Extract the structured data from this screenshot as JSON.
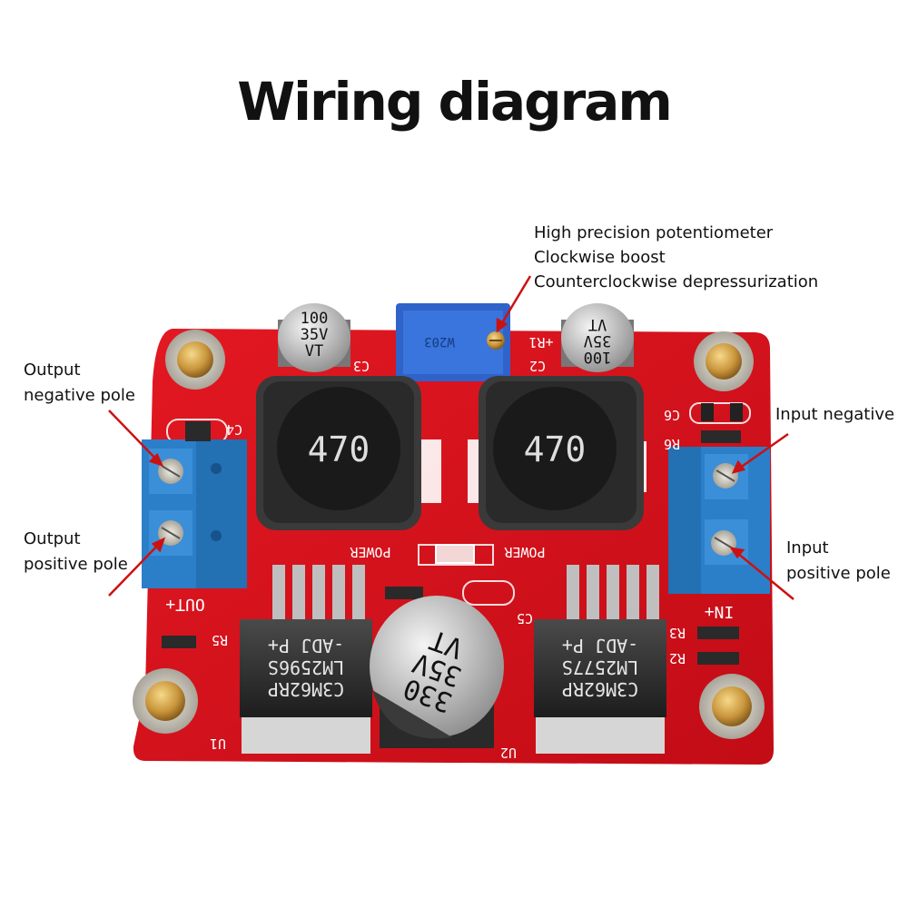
{
  "title": "Wiring diagram",
  "annotations": {
    "potentiometer": [
      "High precision potentiometer",
      "Clockwise boost",
      "Counterclockwise depressurization"
    ],
    "output_negative": [
      "Output",
      "negative pole"
    ],
    "output_positive": [
      "Output",
      "positive pole"
    ],
    "input_negative": [
      "Input negative"
    ],
    "input_positive": [
      "Input",
      "positive pole"
    ]
  },
  "silkscreen": {
    "cap_small_left": [
      "100",
      "35V",
      "VT"
    ],
    "cap_small_right": [
      "100",
      "35V",
      "VT"
    ],
    "inductor_left": "470",
    "inductor_right": "470",
    "cap_big": [
      "330",
      "35V",
      "VT"
    ],
    "pot": "W203",
    "ic_left": [
      "C3M62RP",
      "LM2596S",
      "-ADJ P+"
    ],
    "ic_right": [
      "C3M62RP",
      "LM2577S",
      "-ADJ P+"
    ],
    "labels": {
      "c3": "C3",
      "c4": "C4",
      "c2": "C2",
      "r1": "+R1",
      "c6": "C6",
      "r6": "R6",
      "power_left": "POWER",
      "power_right": "POWER",
      "c5": "C5",
      "out": "OUT+",
      "in": "IN+",
      "r5": "R5",
      "r3": "R3",
      "r2": "R2",
      "u1": "U1",
      "u2": "U2"
    }
  },
  "colors": {
    "pcb": "#d9121c",
    "terminal": "#2b7fc9",
    "arrow": "#cc1111",
    "pot": "#2f63c9"
  }
}
